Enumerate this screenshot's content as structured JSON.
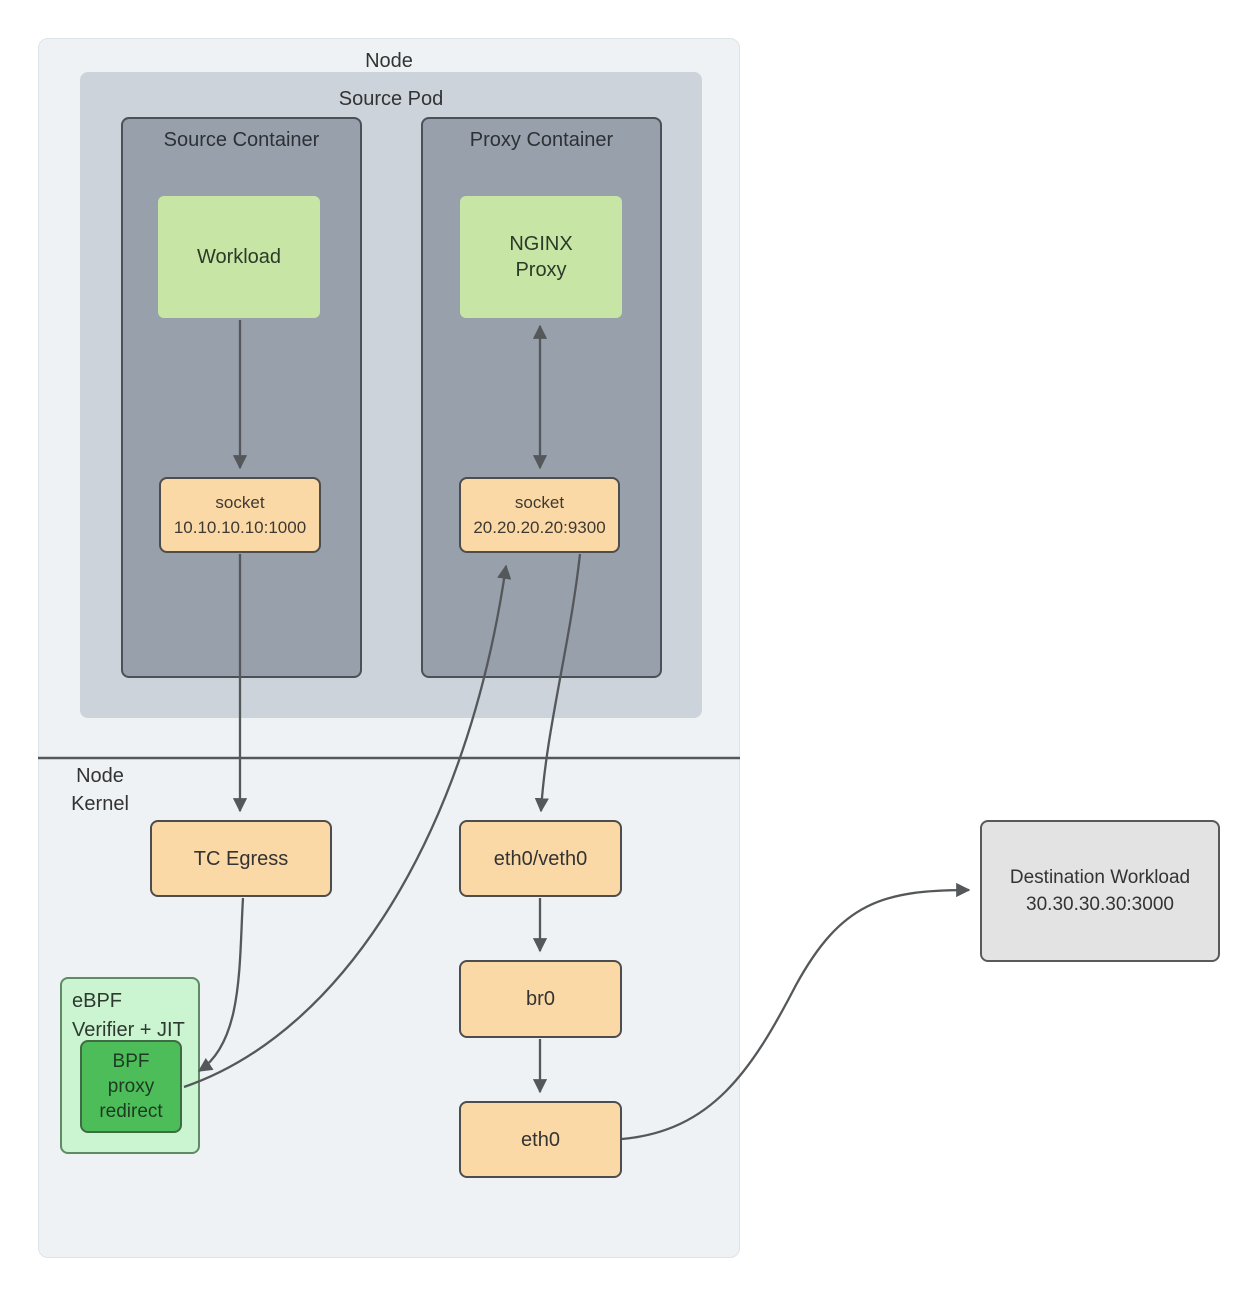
{
  "colors": {
    "node_fill": "#eef2f4",
    "pod_fill": "#ccd3da",
    "container_fill": "#97a0ab",
    "workload_green_fill": "#c7e6a6",
    "socket_orange_fill": "#fbd9a7",
    "ebpf_mint_fill": "#cbf4d1",
    "bpf_green_fill": "#4cbd59",
    "destination_gray_fill": "#e3e3e3",
    "arrow_stroke": "#55585a"
  },
  "node": {
    "label": "Node"
  },
  "kernel": {
    "label": "Node\nKernel"
  },
  "source_pod": {
    "label": "Source Pod"
  },
  "source_container": {
    "label": "Source Container"
  },
  "proxy_container": {
    "label": "Proxy Container"
  },
  "workload": {
    "label": "Workload"
  },
  "nginx_proxy": {
    "label": "NGINX\nProxy"
  },
  "socket_source": {
    "label": "socket\n10.10.10.10:1000"
  },
  "socket_proxy": {
    "label": "socket\n20.20.20.20:9300"
  },
  "tc_egress": {
    "label": "TC Egress"
  },
  "eth0_veth0": {
    "label": "eth0/veth0"
  },
  "br0": {
    "label": "br0"
  },
  "eth0": {
    "label": "eth0"
  },
  "ebpf_verifier": {
    "label": "eBPF\nVerifier + JIT"
  },
  "bpf_proxy_redirect": {
    "label": "BPF\nproxy\nredirect"
  },
  "destination_workload": {
    "label": "Destination Workload\n30.30.30.30:3000"
  }
}
